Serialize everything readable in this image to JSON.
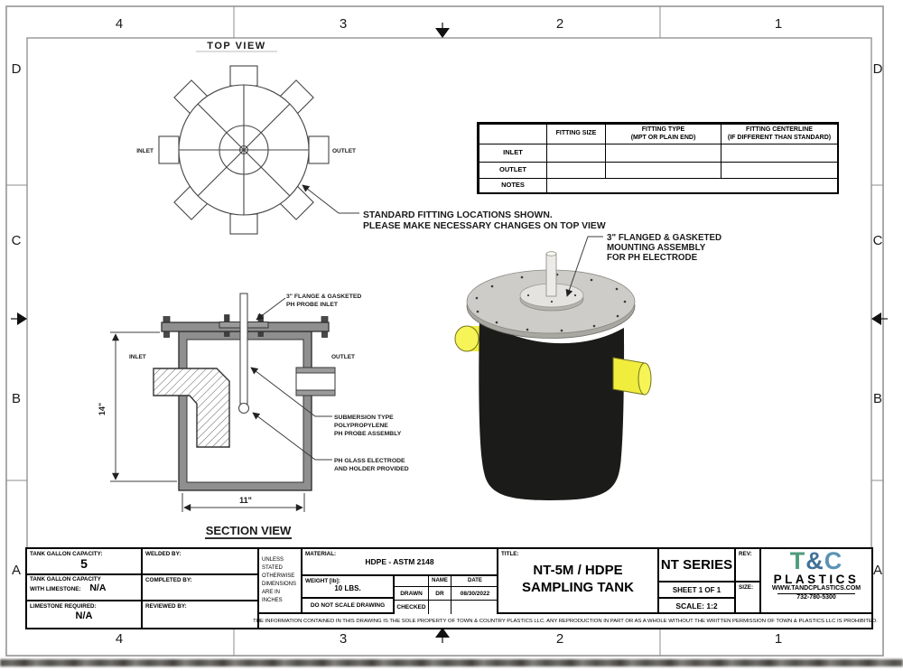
{
  "sheet": {
    "zones_top": [
      "4",
      "3",
      "2",
      "1"
    ],
    "zones_bottom": [
      "4",
      "3",
      "2",
      "1"
    ],
    "zones_left": [
      "D",
      "C",
      "B",
      "A"
    ],
    "zones_right": [
      "D",
      "C",
      "B",
      "A"
    ]
  },
  "colors": {
    "tank_body": "#1b1b19",
    "tank_lid": "#cdccc8",
    "tank_lid_rim": "#a8a7a1",
    "fitting_yellow": "#f0ed3c",
    "fitting_yellow_face": "#f6f456",
    "logo_green": "#4e9b7d",
    "logo_amp_blue": "#41719a",
    "logo_blue": "#5b93b4"
  },
  "top_view": {
    "title": "TOP VIEW",
    "inlet_label": "INLET",
    "outlet_label": "OUTLET",
    "note_line1": "STANDARD FITTING LOCATIONS SHOWN.",
    "note_line2": "PLEASE MAKE NECESSARY CHANGES ON TOP VIEW"
  },
  "fitting_table": {
    "header_size": "FITTING SIZE",
    "header_type_line1": "FITTING TYPE",
    "header_type_line2": "(MPT OR PLAIN END)",
    "header_centerline_line1": "FITTING CENTERLINE",
    "header_centerline_line2": "(IF DIFFERENT THAN STANDARD)",
    "row_inlet": "INLET",
    "row_outlet": "OUTLET",
    "row_notes": "NOTES"
  },
  "section_view": {
    "title": "SECTION VIEW",
    "inlet_label": "INLET",
    "outlet_label": "OUTLET",
    "height_dim": "14\"",
    "width_dim": "11\"",
    "probe_label_line1": "3\" FLANGE & GASKETED",
    "probe_label_line2": "PH PROBE INLET",
    "submersion_line1": "SUBMERSION TYPE",
    "submersion_line2": "POLYPROPYLENE",
    "submersion_line3": "PH PROBE ASSEMBLY",
    "electrode_line1": "PH GLASS ELECTRODE",
    "electrode_line2": "AND HOLDER PROVIDED"
  },
  "tank_3d": {
    "callout_line1": "3\" FLANGED & GASKETED",
    "callout_line2": "MOUNTING ASSEMBLY",
    "callout_line3": "FOR PH ELECTRODE"
  },
  "title_block": {
    "capacity_label": "TANK GALLON CAPACITY:",
    "capacity_value": "5",
    "limestone_capacity_label1": "TANK GALLON CAPACITY",
    "limestone_capacity_label2": "WITH LIMESTONE:",
    "limestone_capacity_value": "N/A",
    "limestone_required_label": "LIMESTONE REQUIRED:",
    "limestone_required_value": "N/A",
    "welded_by": "WELDED BY:",
    "completed_by": "COMPLETED BY:",
    "reviewed_by": "REVIEWED BY:",
    "units_line1": "UNLESS STATED",
    "units_line2": "OTHERWISE",
    "units_line3": "DIMENSIONS",
    "units_line4": "ARE IN INCHES",
    "material_label": "MATERIAL:",
    "material_value": "HDPE - ASTM 2148",
    "weight_label": "WEIGHT [lb]:",
    "weight_value": "10 LBS.",
    "no_scale": "DO NOT SCALE DRAWING",
    "name_header": "NAME",
    "date_header": "DATE",
    "drawn_label": "DRAWN",
    "drawn_name": "DR",
    "drawn_date": "08/30/2022",
    "checked_label": "CHECKED",
    "title_label": "TITLE:",
    "title_line1": "NT-5M / HDPE",
    "title_line2": "SAMPLING TANK",
    "series": "NT SERIES",
    "sheet_info": "SHEET 1 OF 1",
    "scale_info": "SCALE: 1:2",
    "rev_label": "REV:",
    "size_label": "SIZE:",
    "logo_t": "T",
    "logo_amp": "&",
    "logo_c": "C",
    "logo_plastics": "PLASTICS",
    "logo_url": "WWW.TANDCPLASTICS.COM",
    "logo_phone": "732-780-5300",
    "disclaimer": "THE INFORMATION CONTAINED IN THIS DRAWING IS THE SOLE PROPERTY OF TOWN & COUNTRY PLASTICS LLC.  ANY REPRODUCTION IN PART OR AS A WHOLE WITHOUT THE WRITTEN PERMISSION OF TOWN & PLASTICS LLC IS PROHIBITED."
  }
}
